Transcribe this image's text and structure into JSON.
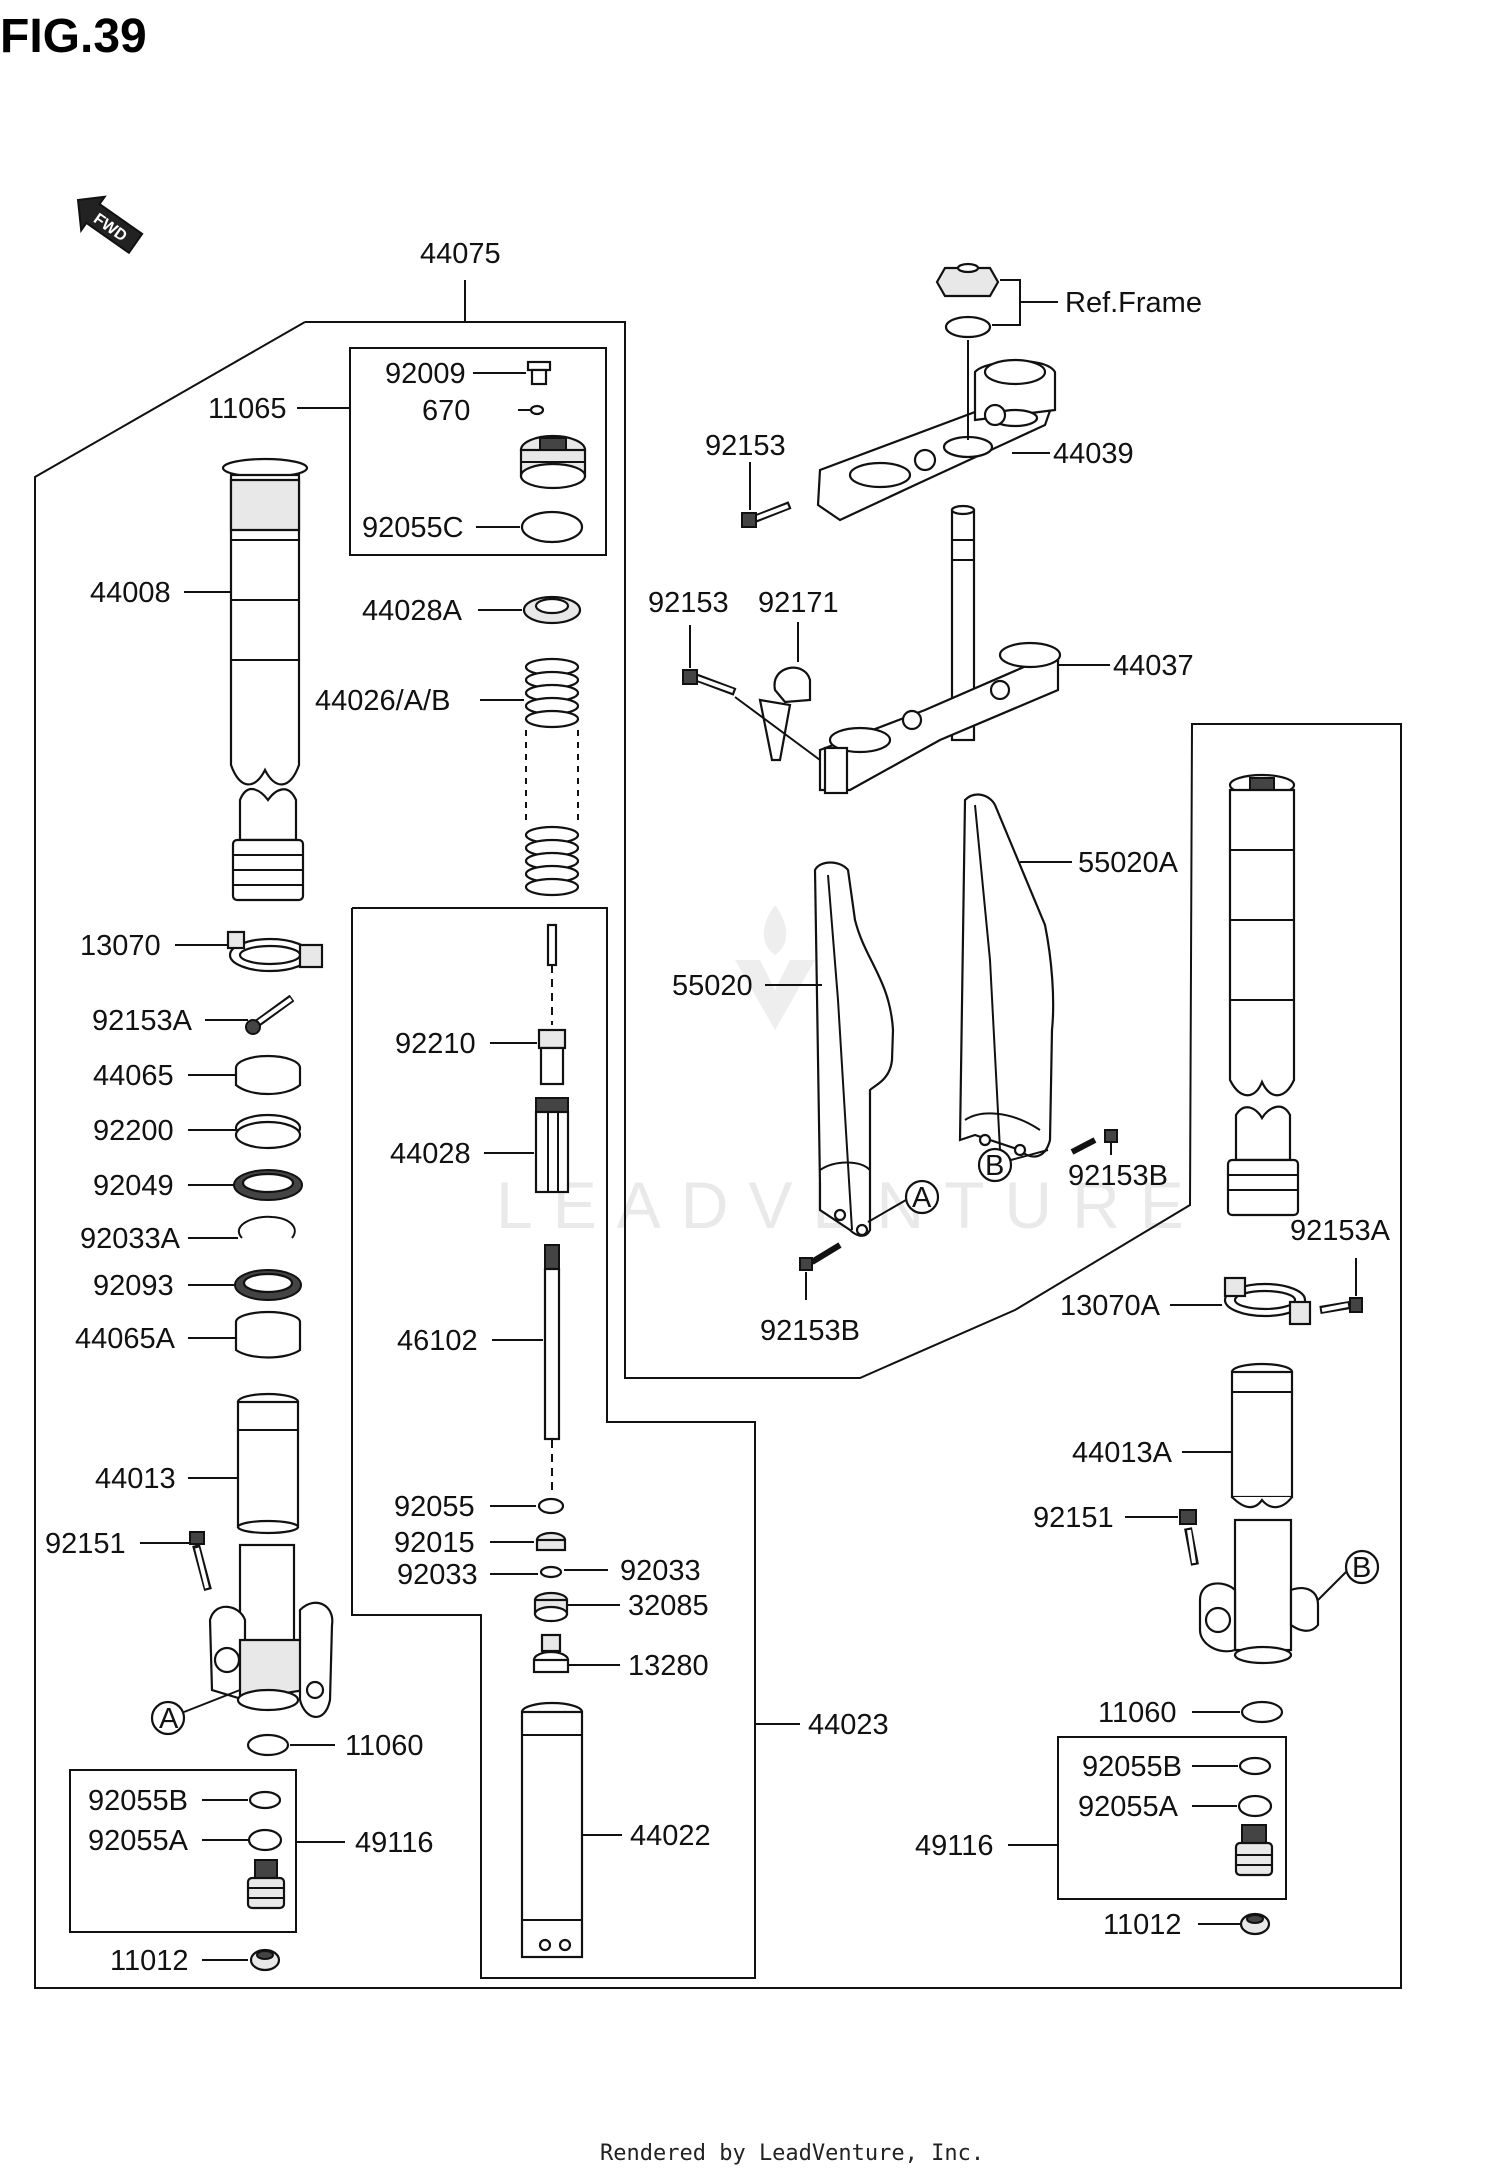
{
  "title": "FIG.39",
  "fwd_label": "FWD",
  "ref_frame": "Ref.Frame",
  "footer": "Rendered by LeadVenture, Inc.",
  "watermark": "LEADVENTURE",
  "ref_markers": {
    "a": "A",
    "b": "B"
  },
  "labels": {
    "p44075": "44075",
    "p11065": "11065",
    "p92009": "92009",
    "p670": "670",
    "p92055C": "92055C",
    "p44008": "44008",
    "p44028A": "44028A",
    "p44026AB": "44026/A/B",
    "p13070": "13070",
    "p92153A_left": "92153A",
    "p44065": "44065",
    "p92200": "92200",
    "p92049": "92049",
    "p92033A": "92033A",
    "p92093": "92093",
    "p44065A": "44065A",
    "p44013": "44013",
    "p92151_left": "92151",
    "p11060_left": "11060",
    "p92055B_left": "92055B",
    "p92055A_left": "92055A",
    "p49116_left": "49116",
    "p11012_left": "11012",
    "p92210": "92210",
    "p44028": "44028",
    "p46102": "46102",
    "p92055": "92055",
    "p92015": "92015",
    "p92033_l": "92033",
    "p92033_r": "92033",
    "p32085": "32085",
    "p13280": "13280",
    "p44023": "44023",
    "p44022": "44022",
    "p92153_top": "92153",
    "p44039": "44039",
    "p92153_mid": "92153",
    "p92171": "92171",
    "p44037": "44037",
    "p55020A": "55020A",
    "p55020": "55020",
    "p92153B_right": "92153B",
    "p92153B_left": "92153B",
    "p92153A_right": "92153A",
    "p13070A": "13070A",
    "p44013A": "44013A",
    "p92151_right": "92151",
    "p11060_right": "11060",
    "p92055B_right": "92055B",
    "p92055A_right": "92055A",
    "p49116_right": "49116",
    "p11012_right": "11012"
  }
}
